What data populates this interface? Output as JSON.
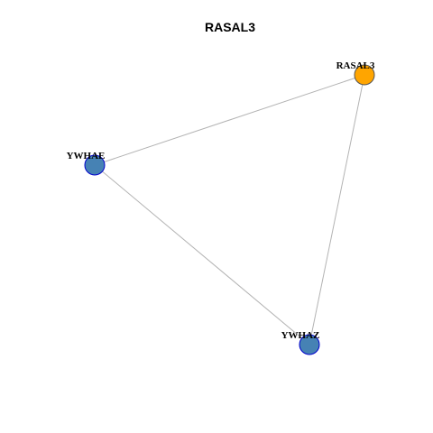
{
  "title": "RASAL3",
  "nodes": [
    {
      "id": "RASAL3",
      "label": "RASAL3",
      "fill": "#FFA500",
      "stroke": "#555555"
    },
    {
      "id": "YWHAE",
      "label": "YWHAE",
      "fill": "#4682B4",
      "stroke": "#0000CD"
    },
    {
      "id": "YWHAZ",
      "label": "YWHAZ",
      "fill": "#4682B4",
      "stroke": "#0000CD"
    }
  ],
  "edges": [
    {
      "source": "RASAL3",
      "target": "YWHAE"
    },
    {
      "source": "RASAL3",
      "target": "YWHAZ"
    },
    {
      "source": "YWHAE",
      "target": "YWHAZ"
    }
  ],
  "colors": {
    "edge": "#B3B3B3",
    "background": "#FFFFFF"
  }
}
